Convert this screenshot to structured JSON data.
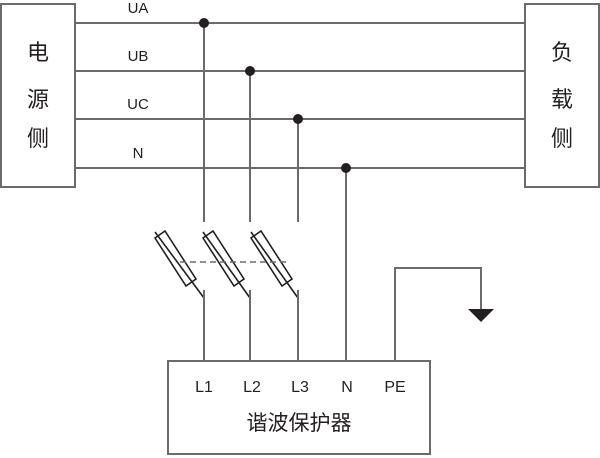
{
  "diagram": {
    "source_box": {
      "chars": [
        "电",
        "源",
        "侧"
      ],
      "label": "电源侧"
    },
    "load_box": {
      "chars": [
        "负",
        "载",
        "侧"
      ],
      "label": "负载侧"
    },
    "buses": [
      {
        "id": "UA",
        "label": "UA"
      },
      {
        "id": "UB",
        "label": "UB"
      },
      {
        "id": "UC",
        "label": "UC"
      },
      {
        "id": "N",
        "label": "N"
      }
    ],
    "protector": {
      "title": "谐波保护器",
      "terminals": [
        "L1",
        "L2",
        "L3",
        "N",
        "PE"
      ]
    },
    "fuses": [
      {
        "connects": "UA",
        "to_terminal": "L1"
      },
      {
        "connects": "UB",
        "to_terminal": "L2"
      },
      {
        "connects": "UC",
        "to_terminal": "L3"
      }
    ],
    "ground": {
      "symbol": "ground-icon",
      "connected_terminal": "PE"
    },
    "colors": {
      "wire": "#6b6b6b",
      "ink": "#231f20",
      "background": "#ffffff"
    }
  }
}
